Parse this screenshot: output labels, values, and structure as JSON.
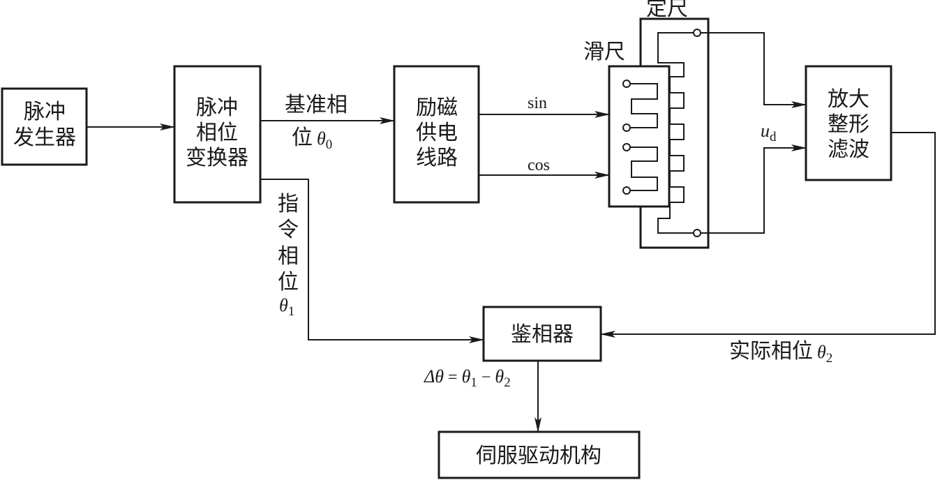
{
  "blocks": {
    "pulse_generator": [
      "脉冲",
      "发生器"
    ],
    "phase_shifter": [
      "脉冲",
      "相位",
      "变换器"
    ],
    "excitation_supply": [
      "励磁",
      "供电",
      "线路"
    ],
    "amplifier": [
      "放大",
      "整形",
      "滤波"
    ],
    "phase_detector": "鉴相器",
    "servo_drive": "伺服驱动机构"
  },
  "scale": {
    "fixed_scale_label": "定尺",
    "slider_label": "滑尺"
  },
  "signals": {
    "reference_phase": {
      "line1": "基准相",
      "line2": "位",
      "symbol": "θ",
      "sub": "0"
    },
    "sin_label": "sin",
    "cos_label": "cos",
    "ud": {
      "symbol": "u",
      "sub": "d"
    },
    "command_phase": {
      "chars": [
        "指",
        "令",
        "相",
        "位"
      ],
      "symbol": "θ",
      "sub": "1"
    },
    "actual_phase": {
      "text": "实际相位",
      "symbol": "θ",
      "sub": "2"
    },
    "delta": {
      "delta": "Δθ",
      "eq": " = ",
      "t1": "θ",
      "s1": "1",
      "minus": " − ",
      "t2": "θ",
      "s2": "2"
    }
  }
}
